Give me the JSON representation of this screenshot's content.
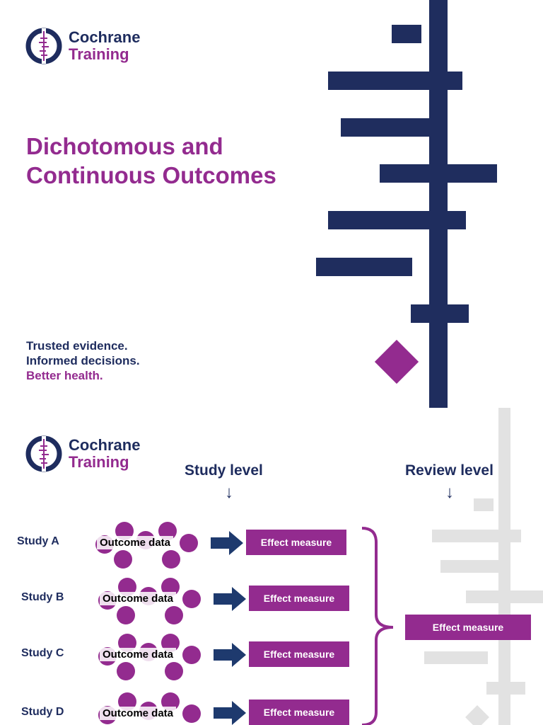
{
  "slide1": {
    "logo": {
      "brand": "Cochrane",
      "product": "Training"
    },
    "title_line1": "Dichotomous and",
    "title_line2": "Continuous Outcomes",
    "tagline": [
      "Trusted evidence.",
      "Informed decisions.",
      "Better health."
    ]
  },
  "slide2": {
    "logo": {
      "brand": "Cochrane",
      "product": "Training"
    },
    "study_level_heading": "Study level",
    "review_level_heading": "Review level",
    "arrow_glyph": "↓",
    "studies": [
      {
        "label": "Study A",
        "outcome": "Outcome data",
        "effect": "Effect measure"
      },
      {
        "label": "Study B",
        "outcome": "Outcome data",
        "effect": "Effect measure"
      },
      {
        "label": "Study C",
        "outcome": "Outcome data",
        "effect": "Effect measure"
      },
      {
        "label": "Study D",
        "outcome": "Outcome data",
        "effect": "Effect measure"
      }
    ],
    "review_effect": "Effect measure"
  },
  "colors": {
    "navy": "#1e2c5e",
    "purple": "#932b8f",
    "forest_gray": "#e2e2e2"
  }
}
